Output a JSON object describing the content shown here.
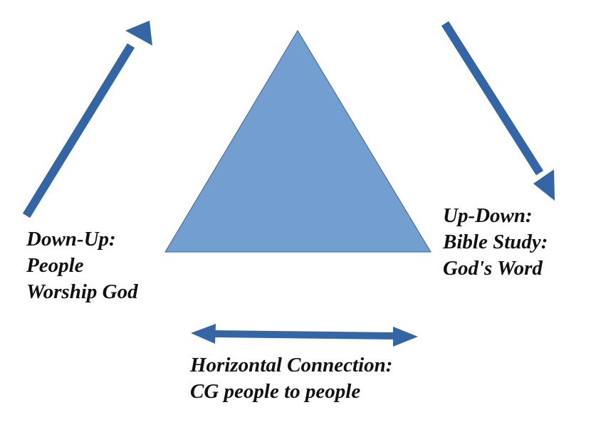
{
  "colors": {
    "triangle_fill": "#729fcf",
    "triangle_stroke": "#3465a4",
    "arrow": "#3465a4",
    "text": "#111111"
  },
  "labels": {
    "down_up": {
      "line1": "Down-Up:",
      "line2": "People",
      "line3": "Worship God"
    },
    "up_down": {
      "line1": "Up-Down:",
      "line2": "Bible Study:",
      "line3": "God's Word"
    },
    "horizontal": {
      "line1": "Horizontal Connection:",
      "line2": "CG people to people"
    }
  }
}
